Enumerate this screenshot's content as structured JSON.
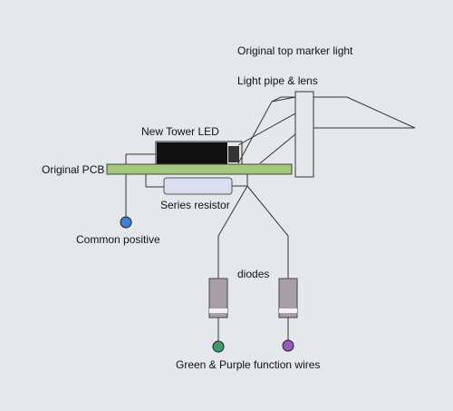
{
  "labels": {
    "top_marker": "Original top marker light",
    "light_pipe": "Light pipe & lens",
    "tower_led": "New Tower LED",
    "pcb": "Original PCB",
    "resistor": "Series resistor",
    "common_positive": "Common positive",
    "diodes": "diodes",
    "function_wires": "Green & Purple function wires"
  },
  "colors": {
    "background": "#e4e8eb",
    "pcb": "#a3c97d",
    "resistor": "#d9dff0",
    "led": "#111111",
    "diode": "#a89ea7",
    "common_positive_dot": "#3d7fd6",
    "green_wire_dot": "#3a9a6c",
    "purple_wire_dot": "#9a59c2"
  }
}
